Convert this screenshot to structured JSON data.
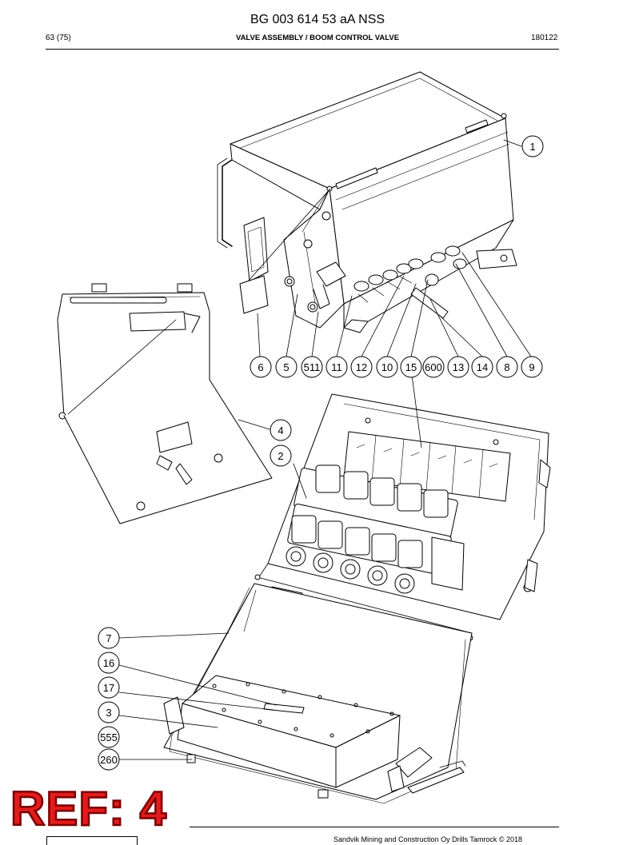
{
  "header": {
    "doc_title": "BG 003 614 53 aA NSS",
    "page_number": "63 (75)",
    "section_title": "VALVE ASSEMBLY / BOOM CONTROL VALVE",
    "date": "180122"
  },
  "footer": {
    "copyright": "Sandvik Mining and Construction Oy Drills Tamrock © 2018"
  },
  "ref_label": "REF: 4",
  "callouts": {
    "top_row": [
      "6",
      "5",
      "511",
      "11",
      "12",
      "10",
      "15",
      "600",
      "13",
      "14",
      "8",
      "9"
    ],
    "c1": "1",
    "c4": "4",
    "c2": "2",
    "left_column": [
      "7",
      "16",
      "17",
      "3",
      "555",
      "260"
    ]
  },
  "colors": {
    "line": "#000000",
    "ref_fill": "#e11c1c",
    "ref_outline": "#7a0000"
  }
}
